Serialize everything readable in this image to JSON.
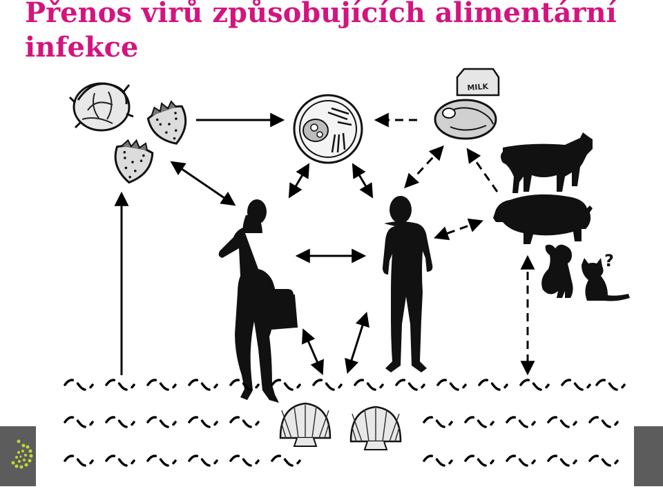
{
  "slide": {
    "title": "Přenos virů způsobujících alimentární infekce"
  },
  "diagram": {
    "question_mark": "?",
    "milk_label": "MILK",
    "nodes": [
      "cabbage-icon",
      "strawberries-icon",
      "plate-of-food-icon",
      "milk-and-meat-icon",
      "cow-icon",
      "pig-icon",
      "dog-and-cat-icon",
      "woman-silhouette",
      "man-silhouette",
      "shellfish-icon",
      "water-waves"
    ]
  },
  "colors": {
    "title": "#d4147f",
    "footer_band": "#5c5c5c",
    "logo": "#c3d82f"
  }
}
